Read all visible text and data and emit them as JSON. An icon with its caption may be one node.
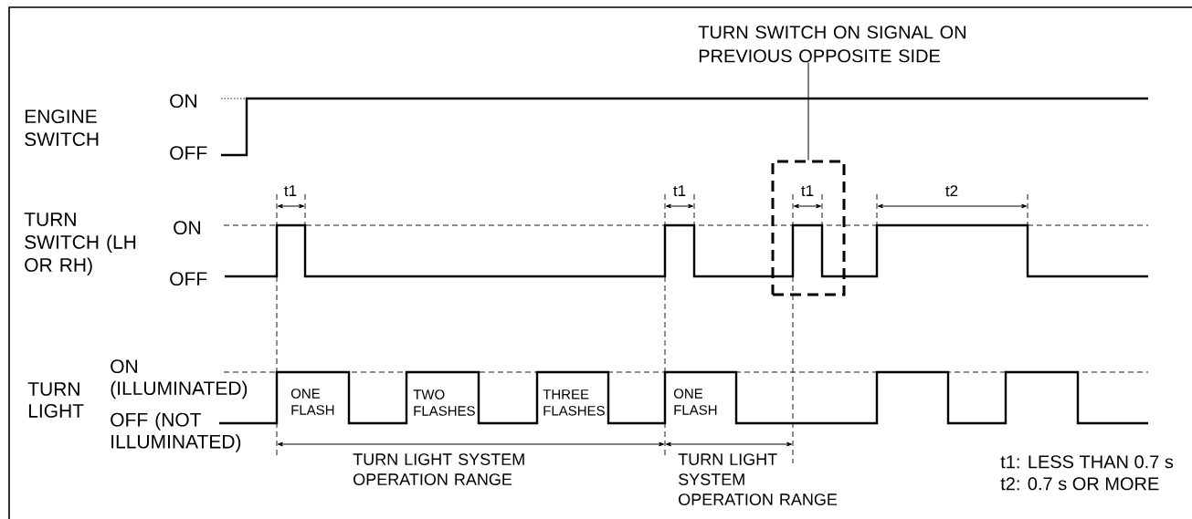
{
  "diagram": {
    "nodes": [
      {
        "text": [
          "TURN SWITCH ON SIGNAL ON PREVIOUS OPPOSITE SIDE"
        ]
      },
      {
        "text": [],
        "shape": "box"
      }
    ],
    "edges": [
      {
        "from": 0,
        "to": 1,
        "arrow": "none"
      }
    ],
    "labels": [
      "ENGINE SWITCH",
      "ON",
      "OFF",
      "TURN SWITCH (LH OR RH)",
      "ON",
      "OFF",
      "t1",
      "t1",
      "t1",
      "t2",
      "TURN LIGHT",
      "ON (ILLUMINATED)",
      "OFF (NOT ILLUMINATED)",
      "ONE FLASH",
      "TWO FLASHES",
      "THREE FLASHES",
      "ONE FLASH",
      "TURN LIGHT SYSTEM OPERATION RANGE",
      "TURN LIGHT SYSTEM OPERATION RANGE",
      "t1: LESS THAN 0.7 s",
      "t2: 0.7 s OR MORE"
    ]
  }
}
